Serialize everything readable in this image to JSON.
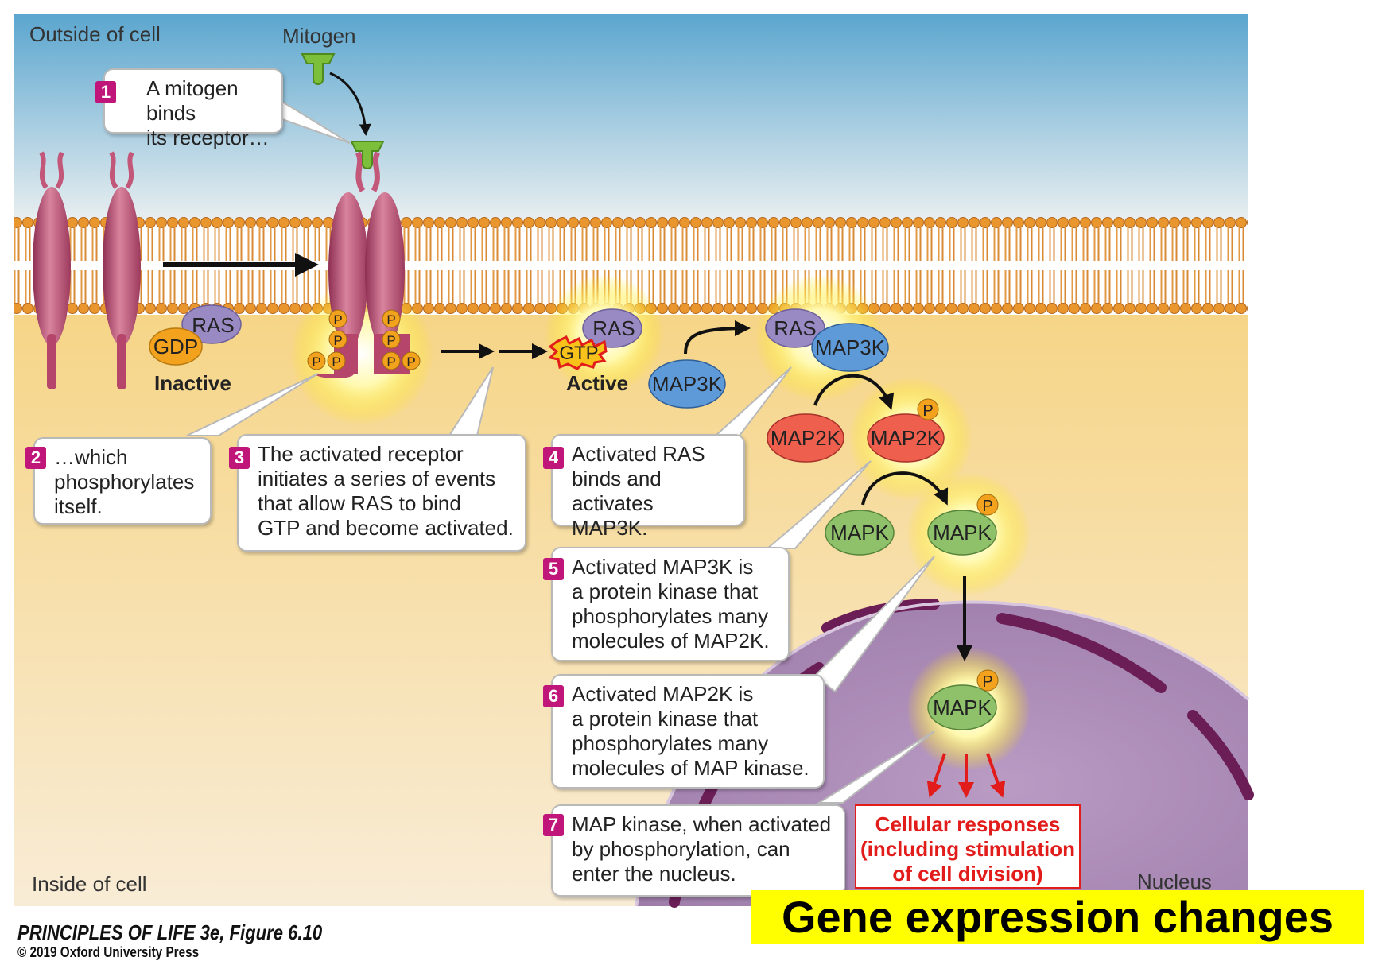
{
  "labels": {
    "outside": "Outside of cell",
    "inside": "Inside of cell",
    "mitogen": "Mitogen",
    "nucleus": "Nucleus",
    "inactive": "Inactive",
    "active": "Active"
  },
  "molecules": {
    "ras": "RAS",
    "gdp": "GDP",
    "gtp": "GTP",
    "map3k": "MAP3K",
    "map2k": "MAP2K",
    "mapk": "MAPK",
    "phosphate": "P"
  },
  "callouts": [
    {
      "num": "1",
      "text": "A mitogen binds\nits receptor…"
    },
    {
      "num": "2",
      "text": "…which\nphosphorylates\nitself."
    },
    {
      "num": "3",
      "text": "The activated receptor\ninitiates a series of events\nthat allow RAS to bind\nGTP and become activated."
    },
    {
      "num": "4",
      "text": "Activated RAS\nbinds and\nactivates MAP3K."
    },
    {
      "num": "5",
      "text": "Activated MAP3K is\na protein kinase that\nphosphorylates many\nmolecules of MAP2K."
    },
    {
      "num": "6",
      "text": "Activated MAP2K is\na protein kinase that\nphosphorylates many\nmolecules of MAP kinase."
    },
    {
      "num": "7",
      "text": "MAP kinase, when activated\nby phosphorylation, can\nenter the nucleus."
    }
  ],
  "responses": "Cellular responses\n(including stimulation\nof cell division)",
  "banner": "Gene expression changes",
  "footer": {
    "book": "PRINCIPLES OF LIFE 3e, Figure 6.10",
    "copyright": "© 2019 Oxford University Press"
  },
  "colors": {
    "membrane": "#e3912f",
    "receptor": "#b5456a",
    "ras": "#9a8ac4",
    "gdp": "#f2a21c",
    "map3k": "#5f9ad8",
    "map2k": "#ee5f4e",
    "mapk": "#8fc06a",
    "nucleus": "#b89ac3",
    "callout_number": "#c0167a",
    "response_text": "#e21b1b",
    "banner": "#ffff00"
  }
}
